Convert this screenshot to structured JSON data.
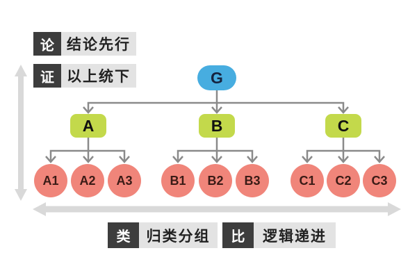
{
  "colors": {
    "node-blue": "#47ade0",
    "node-green": "#c3d94b",
    "node-salmon": "#f0857a",
    "dark-box": "#3d3d3d",
    "light-box": "#e3e3e3",
    "connector-gray": "#8a8a8a",
    "big-arrow-gray": "#d9d9d9"
  },
  "legend": {
    "top": [
      {
        "tag": "论",
        "text": "结论先行"
      },
      {
        "tag": "证",
        "text": "以上统下"
      }
    ],
    "bottom": [
      {
        "tag": "类",
        "text": "归类分组"
      },
      {
        "tag": "比",
        "text": "逻辑递进"
      }
    ]
  },
  "tree": {
    "root": {
      "label": "G"
    },
    "branches": [
      {
        "label": "A"
      },
      {
        "label": "B"
      },
      {
        "label": "C"
      }
    ],
    "leaves": [
      [
        "A1",
        "A2",
        "A3"
      ],
      [
        "B1",
        "B2",
        "B3"
      ],
      [
        "C1",
        "C2",
        "C3"
      ]
    ]
  }
}
